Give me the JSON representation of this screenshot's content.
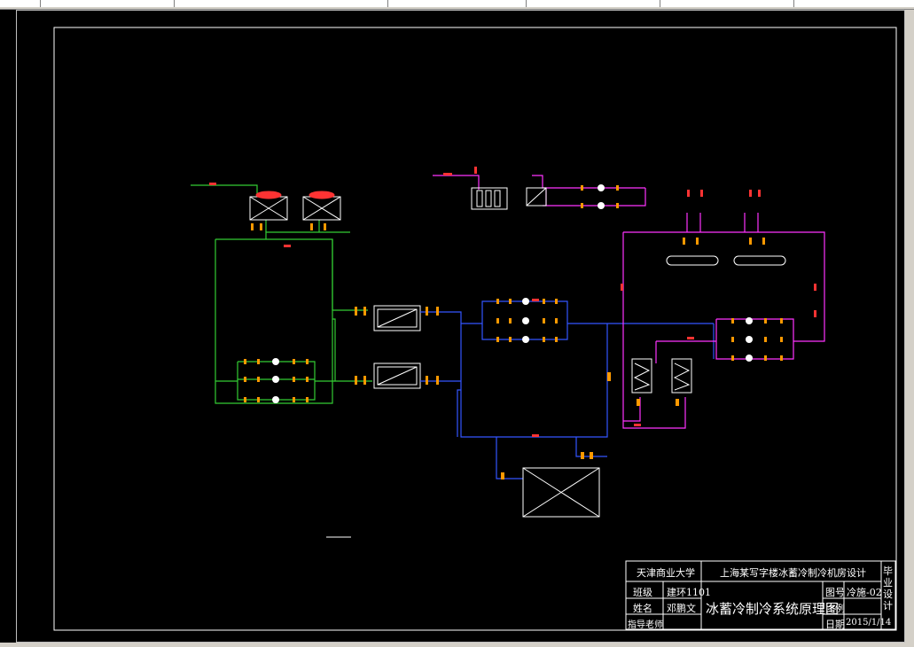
{
  "title_block": {
    "university": "天津商业大学",
    "project_title": "上海某写字楼冰蓄冷制冷机房设计",
    "class_label": "班级",
    "class_value": "建环1101",
    "name_label": "姓名",
    "name_value": "邓鹏文",
    "advisor_label": "指导老师",
    "drawing_title": "冰蓄冷制冷系统原理图",
    "drawing_no_label": "图号",
    "drawing_no_value": "冷施-02",
    "scale_label": "比例",
    "date_label": "日期",
    "date_value": "2015/1/14",
    "side_label": "毕业设计"
  },
  "colors": {
    "background": "#000000",
    "frame": "#ffffff",
    "cooling_water": "#33cc33",
    "chilled_water": "#3355ff",
    "glycol": "#ff33ff",
    "valve": "#ff9900",
    "equipment": "#ffffff",
    "label": "#ff3333"
  }
}
